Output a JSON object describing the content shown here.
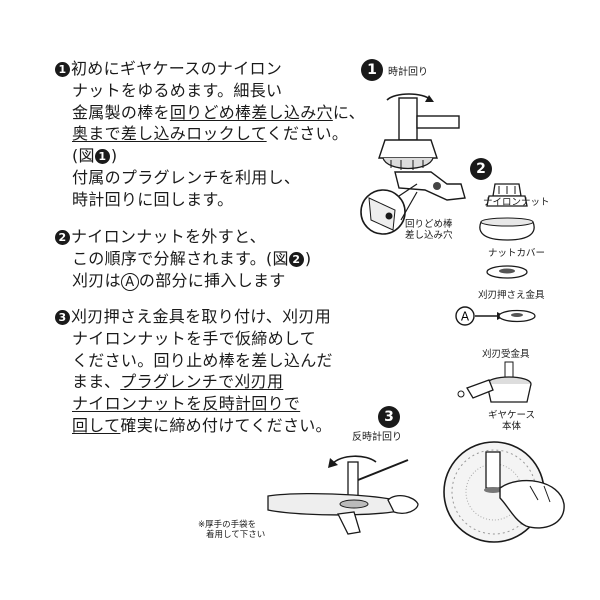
{
  "steps": {
    "step1": {
      "number": "1",
      "lines": [
        {
          "segments": [
            {
              "t": "初めにギヤケースのナイロン",
              "u": false
            }
          ]
        },
        {
          "segments": [
            {
              "t": "ナットをゆるめます。細長い",
              "u": false
            }
          ]
        },
        {
          "segments": [
            {
              "t": "金属製の棒を",
              "u": false
            },
            {
              "t": "回りどめ棒差し込み穴",
              "u": true
            },
            {
              "t": "に、",
              "u": false
            }
          ]
        },
        {
          "segments": [
            {
              "t": "奥まで差し込みロックして",
              "u": true
            },
            {
              "t": "ください。",
              "u": false
            }
          ]
        },
        {
          "segments": [
            {
              "t": "(図",
              "u": false
            },
            {
              "t": "1",
              "badge": true
            },
            {
              "t": ")",
              "u": false
            }
          ]
        },
        {
          "segments": [
            {
              "t": "付属のプラグレンチを利用し、",
              "u": false
            }
          ]
        },
        {
          "segments": [
            {
              "t": "時計回りに回します。",
              "u": false
            }
          ]
        }
      ]
    },
    "step2": {
      "number": "2",
      "line1": "ナイロンナットを外すと、",
      "line2": "この順序で分解されます。(図",
      "line2_badge": "2",
      "line2_end": ")",
      "line3_pre": "刈刃は",
      "line3_circle": "A",
      "line3_post": "の部分に挿入します"
    },
    "step3": {
      "number": "3",
      "line1": "刈刃押さえ金具を取り付け、刈刃用",
      "line2": "ナイロンナットを手で仮締めして",
      "line3": "ください。回り止め棒を差し込んだ",
      "line4_pre": "まま、",
      "line4_u": "プラグレンチで刈刃用",
      "line5_u": "ナイロンナットを反時計回りで",
      "line6_u": "回して",
      "line6_post": "確実に締め付けてください。"
    }
  },
  "figure1": {
    "badge": "1",
    "label_clockwise": "時計回り",
    "label_hole": [
      "回りどめ棒",
      "差し込み穴"
    ]
  },
  "figure2": {
    "badge": "2",
    "parts": [
      "ナイロンナット",
      "ナットカバー",
      "刈刃押さえ金具",
      "刈刃受金具",
      "ギヤケース",
      "本体"
    ],
    "marker": "A"
  },
  "figure3": {
    "badge": "3",
    "label_ccw": "反時計回り",
    "note": [
      "※厚手の手袋を",
      "着用して下さい"
    ]
  }
}
